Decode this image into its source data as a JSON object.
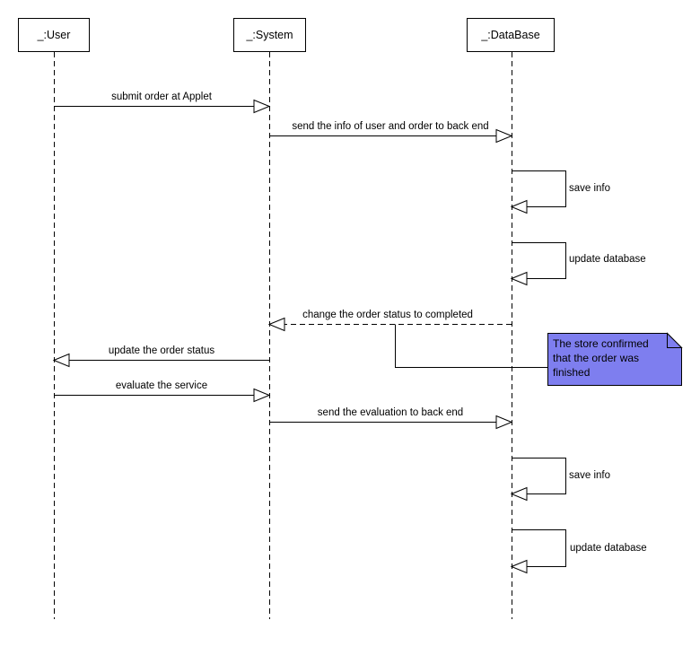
{
  "diagram": {
    "kind": "uml-sequence-diagram",
    "colors": {
      "line": "#000000",
      "background": "#ffffff",
      "note_fill": "#7E7EEF"
    },
    "actors": [
      {
        "label": "_:User"
      },
      {
        "label": "_:System"
      },
      {
        "label": "_:DataBase"
      }
    ],
    "messages": [
      {
        "label": "submit order at Applet",
        "from": "_:User",
        "to": "_:System",
        "style": "solid"
      },
      {
        "label": "send the info of user and order to back end",
        "from": "_:System",
        "to": "_:DataBase",
        "style": "solid"
      },
      {
        "label": "save info",
        "from": "_:DataBase",
        "to": "_:DataBase",
        "style": "self"
      },
      {
        "label": "update database",
        "from": "_:DataBase",
        "to": "_:DataBase",
        "style": "self"
      },
      {
        "label": "change the order status to completed",
        "from": "_:DataBase",
        "to": "_:System",
        "style": "dashed"
      },
      {
        "label": "update the order status",
        "from": "_:System",
        "to": "_:User",
        "style": "solid"
      },
      {
        "label": "evaluate the service",
        "from": "_:User",
        "to": "_:System",
        "style": "solid"
      },
      {
        "label": "send the evaluation to back end",
        "from": "_:System",
        "to": "_:DataBase",
        "style": "solid"
      },
      {
        "label": "save info",
        "from": "_:DataBase",
        "to": "_:DataBase",
        "style": "self"
      },
      {
        "label": "update database",
        "from": "_:DataBase",
        "to": "_:DataBase",
        "style": "self"
      }
    ],
    "note": {
      "text": "The store confirmed that the order was finished",
      "lines": [
        "The store confirmed",
        "that the order was",
        "finished"
      ],
      "attached_to": "change the order status to completed"
    }
  }
}
